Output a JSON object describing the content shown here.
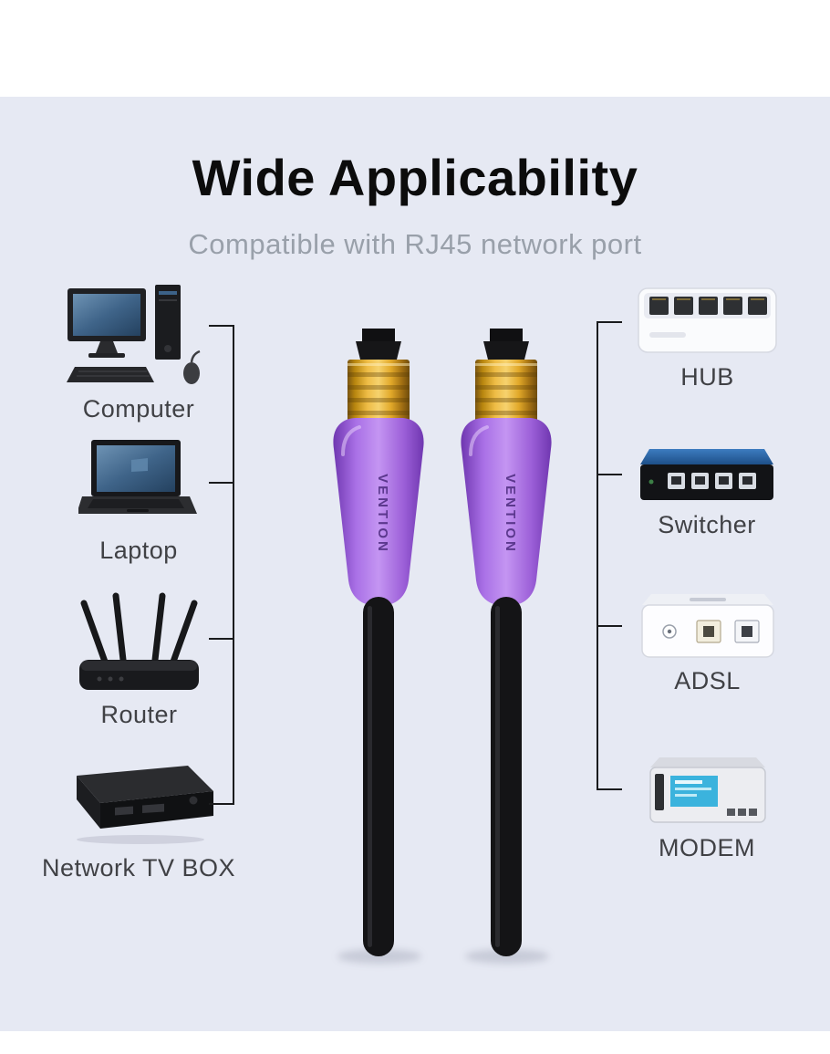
{
  "header": {
    "title": "Wide Applicability",
    "subtitle": "Compatible with RJ45 network port"
  },
  "left_devices": [
    {
      "id": "computer",
      "label": "Computer"
    },
    {
      "id": "laptop",
      "label": "Laptop"
    },
    {
      "id": "router",
      "label": "Router"
    },
    {
      "id": "network-tv-box",
      "label": "Network TV BOX"
    }
  ],
  "right_devices": [
    {
      "id": "hub",
      "label": "HUB"
    },
    {
      "id": "switcher",
      "label": "Switcher"
    },
    {
      "id": "adsl",
      "label": "ADSL"
    },
    {
      "id": "modem",
      "label": "MODEM"
    }
  ],
  "cable": {
    "brand": "VENTION",
    "connector_type": "RJ45",
    "boot_color": "#a06be0",
    "plug_color": "#d9a62c",
    "jacket_color": "#17171a"
  },
  "colors": {
    "background_panel": "#e6e9f3",
    "title_text": "#0c0c0c",
    "subtitle_text": "#99a0aa",
    "label_text": "#404145"
  }
}
